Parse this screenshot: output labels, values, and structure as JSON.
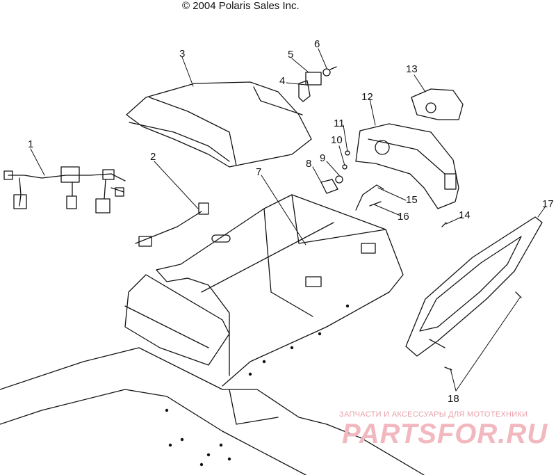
{
  "header": {
    "copyright": "© 2004 Polaris Sales Inc."
  },
  "callouts": [
    "1",
    "2",
    "3",
    "4",
    "5",
    "6",
    "7",
    "8",
    "9",
    "10",
    "11",
    "12",
    "13",
    "14",
    "15",
    "16",
    "17",
    "18"
  ],
  "watermark": {
    "tagline": "ЗАПЧАСТИ И АКСЕССУАРЫ ДЛЯ МОТОТЕХНИКИ",
    "logo": "PARTSFOR.RU",
    "color": "#f2b8bf"
  },
  "colors": {
    "ink": "#111111",
    "background": "#ffffff"
  }
}
